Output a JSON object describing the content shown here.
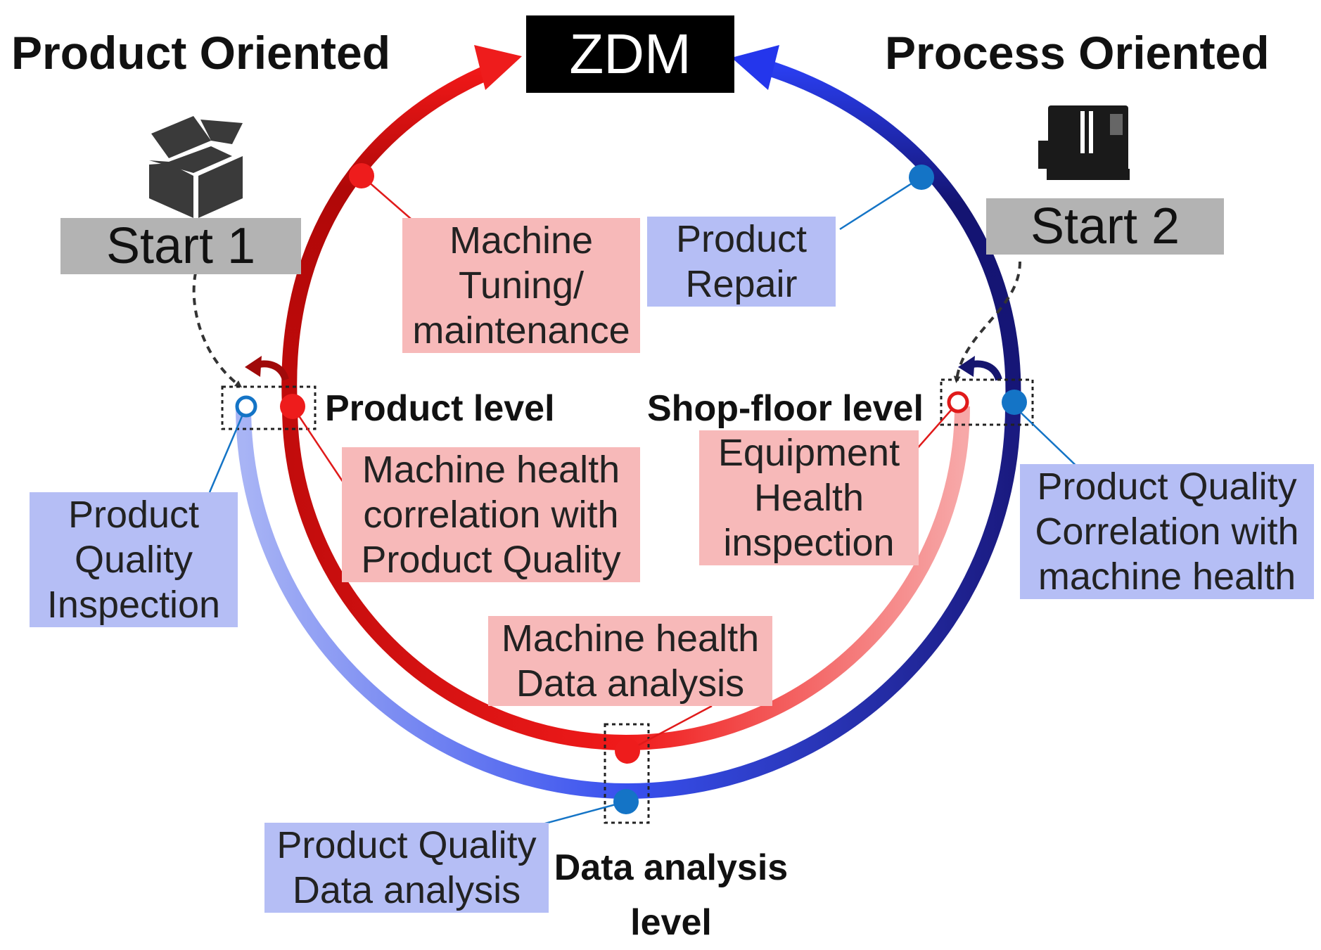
{
  "titles": {
    "left": "Product Oriented",
    "right": "Process Oriented",
    "center": "ZDM"
  },
  "starts": {
    "start1": "Start 1",
    "start2": "Start 2"
  },
  "levels": {
    "product": "Product level",
    "shopfloor": "Shop-floor level",
    "data_line1": "Data analysis",
    "data_line2": "level"
  },
  "labels": {
    "machine_tuning": [
      "Machine",
      "Tuning/",
      "maintenance"
    ],
    "product_repair": [
      "Product",
      "Repair"
    ],
    "product_quality_inspection": [
      "Product",
      "Quality",
      "Inspection"
    ],
    "machine_health_correlation": [
      "Machine health",
      "correlation with",
      "Product Quality"
    ],
    "equipment_health": [
      "Equipment",
      "Health",
      "inspection"
    ],
    "product_quality_correlation": [
      "Product Quality",
      "Correlation with",
      "machine health"
    ],
    "machine_health_data": [
      "Machine health",
      "Data analysis"
    ],
    "product_quality_data": [
      "Product Quality",
      "Data analysis"
    ]
  },
  "icons": [
    "open-box-icon",
    "cnc-machine-icon"
  ],
  "colors": {
    "red_dark": "#b80d0d",
    "red": "#ee1c1c",
    "red_light": "#f7a0a0",
    "blue_dark": "#15156e",
    "blue": "#1f3be8",
    "blue_light": "#97a6f3",
    "dot_blue": "#1474c6",
    "label_pink": "#f7b9b9",
    "label_blue": "#b5bef5"
  }
}
